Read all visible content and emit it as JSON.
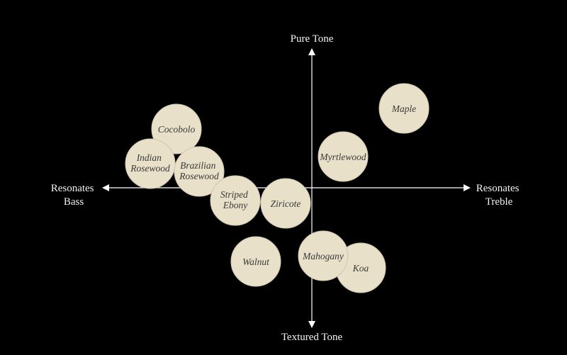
{
  "axes": {
    "top": "Pure Tone",
    "bottom": "Textured Tone",
    "left": [
      "Resonates",
      "Bass"
    ],
    "right": [
      "Resonates",
      "Treble"
    ]
  },
  "colors": {
    "background": "#000000",
    "axis": "#ffffff",
    "circle_fill": "#e8e0c8",
    "circle_stroke": "#cfc7ae",
    "label_text": "#3a3a3a"
  },
  "woods": [
    {
      "name": "cocobolo",
      "lines": [
        "Cocobolo"
      ]
    },
    {
      "name": "indian-rosewood",
      "lines": [
        "Indian",
        "Rosewood"
      ]
    },
    {
      "name": "brazilian-rosewood",
      "lines": [
        "Brazilian",
        "Rosewood"
      ]
    },
    {
      "name": "striped-ebony",
      "lines": [
        "Striped",
        "Ebony"
      ]
    },
    {
      "name": "ziricote",
      "lines": [
        "Ziricote"
      ]
    },
    {
      "name": "myrtlewood",
      "lines": [
        "Myrtlewood"
      ]
    },
    {
      "name": "maple",
      "lines": [
        "Maple"
      ]
    },
    {
      "name": "walnut",
      "lines": [
        "Walnut"
      ]
    },
    {
      "name": "koa",
      "lines": [
        "Koa"
      ]
    },
    {
      "name": "mahogany",
      "lines": [
        "Mahogany"
      ]
    }
  ]
}
